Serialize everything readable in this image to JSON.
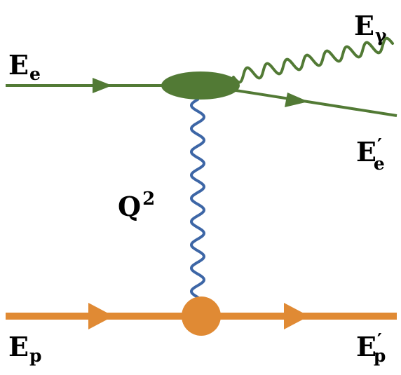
{
  "colors": {
    "electron": "#527a35",
    "photon": "#527a35",
    "exchange": "#3d66a6",
    "proton": "#e08a34"
  },
  "labels": {
    "incoming_electron": {
      "main": "E",
      "sub": "e"
    },
    "radiated_photon": {
      "main": "E",
      "sub": "γ"
    },
    "outgoing_electron": {
      "main": "E",
      "prime": "′",
      "sub": "e"
    },
    "momentum_transfer": {
      "main": "Q",
      "sup": "2"
    },
    "incoming_proton": {
      "main": "E",
      "sub": "p"
    },
    "outgoing_proton": {
      "main": "E",
      "prime": "′",
      "sub": "p"
    }
  }
}
